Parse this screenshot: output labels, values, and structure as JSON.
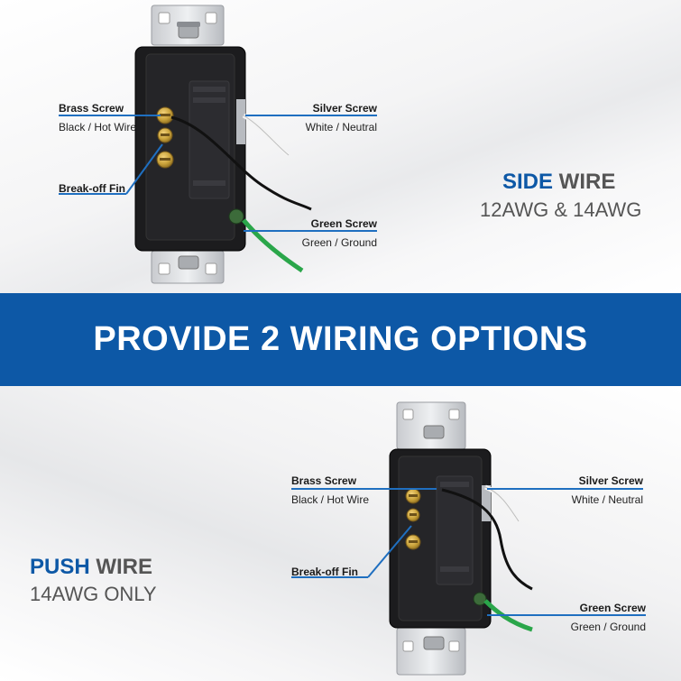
{
  "banner": {
    "text": "PROVIDE 2 WIRING OPTIONS"
  },
  "side_wire": {
    "title_accent": "SIDE",
    "title_rest": " WIRE",
    "subtitle": "12AWG & 14AWG",
    "labels": {
      "brass_title": "Brass Screw",
      "brass_sub": "Black / Hot Wire",
      "silver_title": "Silver Screw",
      "silver_sub": "White / Neutral",
      "fin_title": "Break-off Fin",
      "green_title": "Green  Screw",
      "green_sub": "Green / Ground"
    }
  },
  "push_wire": {
    "title_accent": "PUSH",
    "title_rest": " WIRE",
    "subtitle": "14AWG ONLY",
    "labels": {
      "brass_title": "Brass Screw",
      "brass_sub": "Black / Hot Wire",
      "silver_title": "Silver Screw",
      "silver_sub": "White / Neutral",
      "fin_title": "Break-off Fin",
      "green_title": "Green  Screw",
      "green_sub": "Green / Ground"
    }
  },
  "colors": {
    "brand_blue": "#0d58a6",
    "leader_blue": "#1f6fc0",
    "brass": "#c9a23a",
    "ground_green": "#2aa64a",
    "receptacle_body": "#1c1c1e"
  },
  "icons": [
    "receptacle-side-wire-illustration",
    "receptacle-push-wire-illustration"
  ]
}
